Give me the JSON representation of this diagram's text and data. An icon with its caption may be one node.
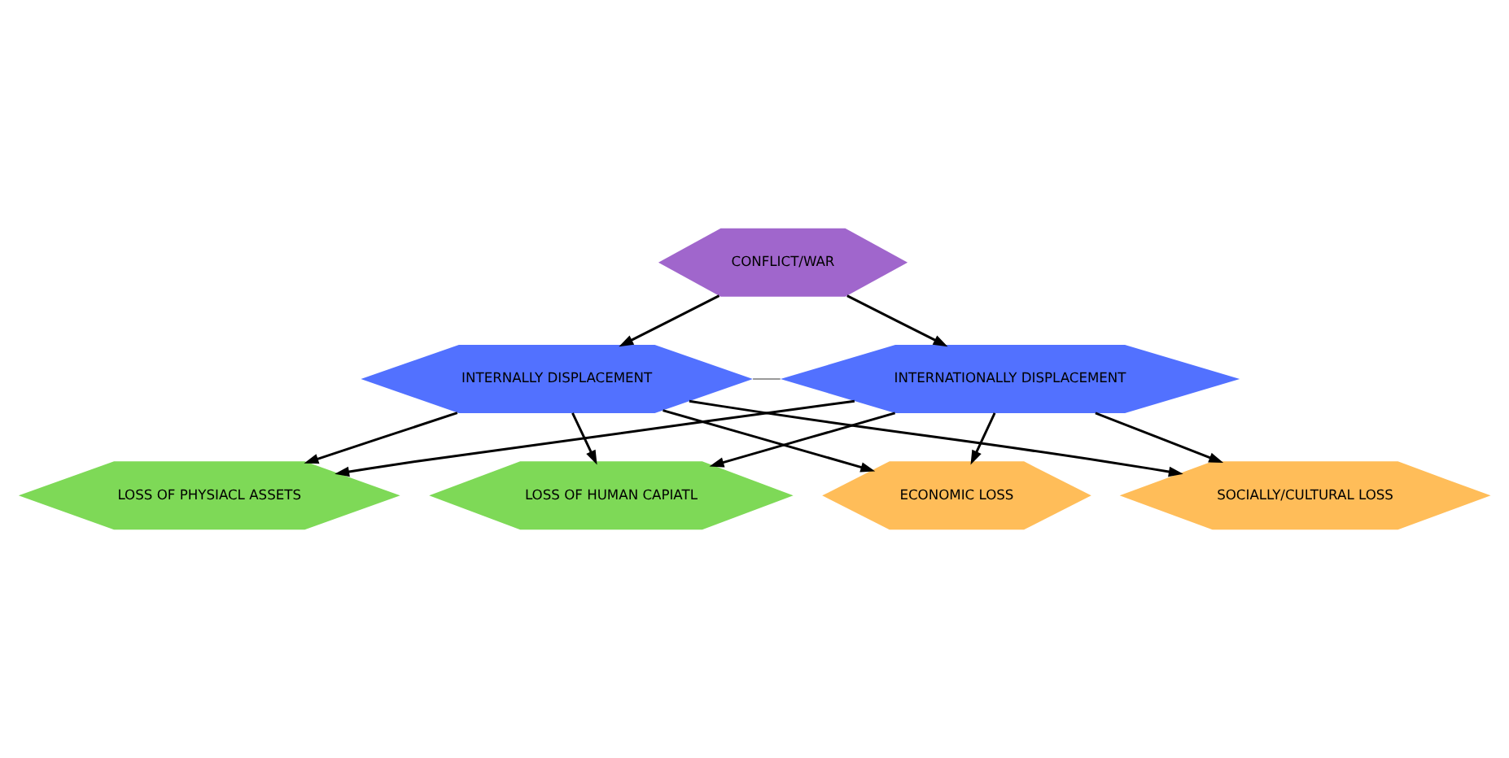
{
  "diagram": {
    "nodes": [
      {
        "text": [
          "CONFLICT/WAR"
        ]
      },
      {
        "text": [
          "INTERNALLY DISPLACEMENT"
        ]
      },
      {
        "text": [
          "INTERNATIONALLY DISPLACEMENT"
        ]
      },
      {
        "text": [
          "ECONOMIC LOSS"
        ]
      },
      {
        "text": [
          "SOCIALLY/CULTURAL LOSS"
        ]
      },
      {
        "text": [
          "LOSS OF PHYSIACL ASSETS"
        ]
      },
      {
        "text": [
          "LOSS OF HUMAN CAPIATL"
        ]
      }
    ],
    "edges": [
      {
        "from": 0,
        "to": 1,
        "arrow": "to"
      },
      {
        "from": 0,
        "to": 2,
        "arrow": "to"
      },
      {
        "from": 1,
        "to": 2,
        "arrow": "none",
        "color": "#999999"
      },
      {
        "from": 1,
        "to": 3,
        "arrow": "to"
      },
      {
        "from": 2,
        "to": 3,
        "arrow": "to"
      },
      {
        "from": 1,
        "to": 4,
        "arrow": "to"
      },
      {
        "from": 2,
        "to": 4,
        "arrow": "to"
      },
      {
        "from": 1,
        "to": 5,
        "arrow": "to"
      },
      {
        "from": 2,
        "to": 5,
        "arrow": "to"
      },
      {
        "from": 1,
        "to": 6,
        "arrow": "to"
      },
      {
        "from": 2,
        "to": 6,
        "arrow": "to"
      }
    ]
  }
}
